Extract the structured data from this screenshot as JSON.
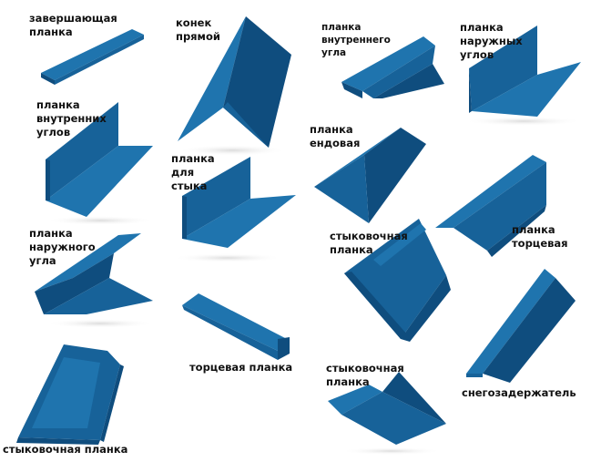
{
  "colors": {
    "face_light": "#1f74ae",
    "face_mid": "#176299",
    "face_dark": "#0f4d7e",
    "edge": "#0a3c64",
    "label": "#111111"
  },
  "labels": {
    "p1": [
      "завершающая",
      "планка"
    ],
    "p2": [
      "конек",
      "прямой"
    ],
    "p3": [
      "планка",
      "внутреннего",
      "угла"
    ],
    "p4": [
      "планка",
      "наружных",
      "углов"
    ],
    "p5": [
      "планка",
      "внутренних",
      "углов"
    ],
    "p6": [
      "планка",
      "для",
      "стыка"
    ],
    "p7": [
      "планка",
      "ендовая"
    ],
    "p8": [
      "планка",
      "торцевая"
    ],
    "p9": [
      "планка",
      "наружного",
      "угла"
    ],
    "p10": [
      "стыковочная",
      "планка"
    ],
    "p11": [
      "торцевая планка"
    ],
    "p12": [
      "стыковочная",
      "планка"
    ],
    "p13": [
      "снегозадержатель"
    ],
    "p14": [
      "стыковочная планка"
    ]
  }
}
